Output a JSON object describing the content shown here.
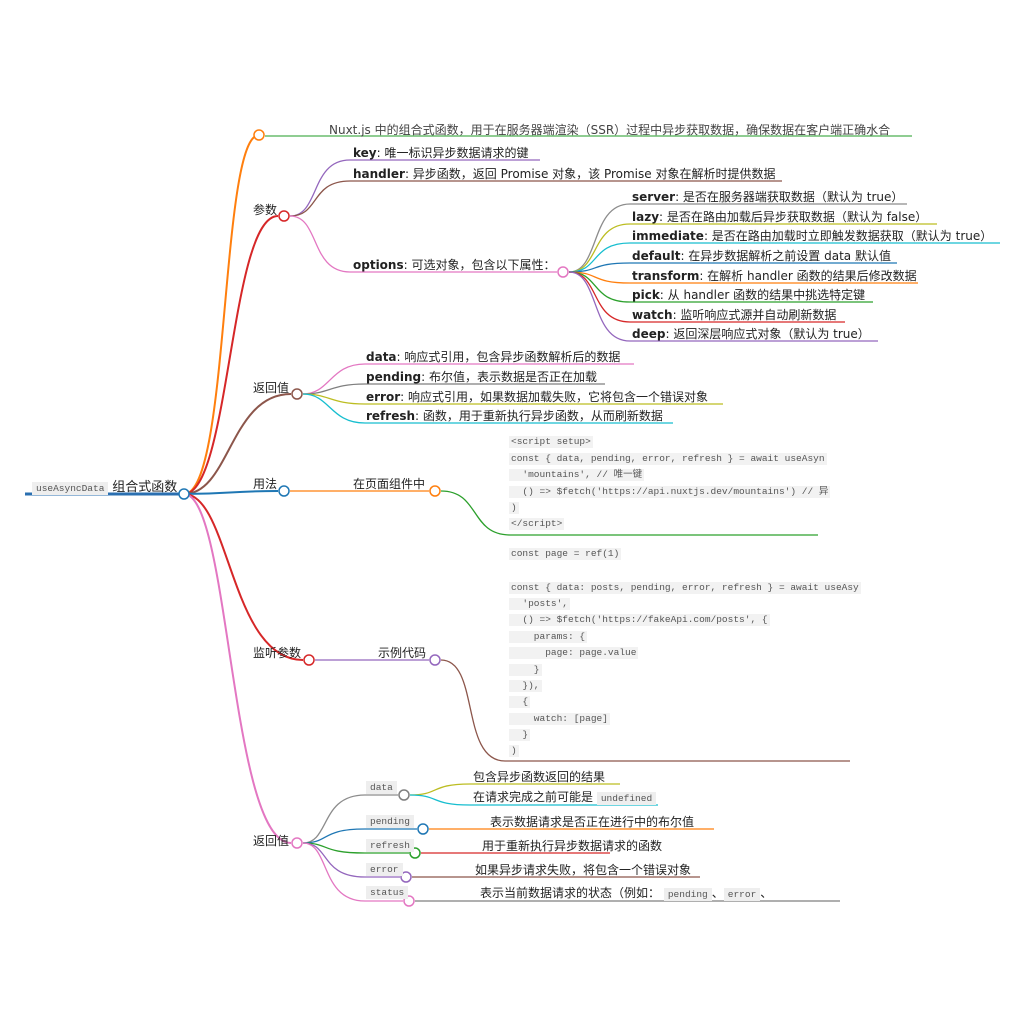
{
  "root": {
    "tag": "useAsyncData",
    "label": "组合式函数"
  },
  "description": "Nuxt.js 中的组合式函数，用于在服务器端渲染（SSR）过程中异步获取数据，确保数据在客户端正确水合",
  "params": {
    "label": "参数",
    "key": {
      "name": "key",
      "desc": ": 唯一标识异步数据请求的键"
    },
    "handler": {
      "name": "handler",
      "desc": ": 异步函数，返回 Promise 对象，该 Promise 对象在解析时提供数据"
    },
    "options": {
      "name": "options",
      "desc": ": 可选对象，包含以下属性：",
      "items": [
        {
          "name": "server",
          "desc": ": 是否在服务器端获取数据（默认为 true）"
        },
        {
          "name": "lazy",
          "desc": ": 是否在路由加载后异步获取数据（默认为 false）"
        },
        {
          "name": "immediate",
          "desc": ": 是否在路由加载时立即触发数据获取（默认为 true）"
        },
        {
          "name": "default",
          "desc": ": 在异步数据解析之前设置 data 默认值"
        },
        {
          "name": "transform",
          "desc": ": 在解析 handler 函数的结果后修改数据"
        },
        {
          "name": "pick",
          "desc": ": 从 handler 函数的结果中挑选特定键"
        },
        {
          "name": "watch",
          "desc": ": 监听响应式源并自动刷新数据"
        },
        {
          "name": "deep",
          "desc": ": 返回深层响应式对象（默认为 true）"
        }
      ]
    }
  },
  "returns": {
    "label": "返回值",
    "items": [
      {
        "name": "data",
        "desc": ": 响应式引用，包含异步函数解析后的数据"
      },
      {
        "name": "pending",
        "desc": ": 布尔值，表示数据是否正在加载"
      },
      {
        "name": "error",
        "desc": ": 响应式引用，如果数据加载失败，它将包含一个错误对象"
      },
      {
        "name": "refresh",
        "desc": ": 函数，用于重新执行异步函数，从而刷新数据"
      }
    ]
  },
  "usage": {
    "label": "用法",
    "child": "在页面组件中",
    "code": [
      "<script setup>",
      "const { data, pending, error, refresh } = await useAsyn",
      "  'mountains', // 唯一键",
      "  () => $fetch('https://api.nuxtjs.dev/mountains') // 异",
      ")",
      "</script>"
    ]
  },
  "watchParams": {
    "label": "监听参数",
    "child": "示例代码",
    "code": [
      "const page = ref(1)",
      "",
      "const { data: posts, pending, error, refresh } = await useAsy",
      "  'posts',",
      "  () => $fetch('https://fakeApi.com/posts', {",
      "    params: {",
      "      page: page.value",
      "    }",
      "  }),",
      "  {",
      "    watch: [page]",
      "  }",
      ")"
    ]
  },
  "returns2": {
    "label": "返回值",
    "data": {
      "tag": "data",
      "items": [
        "包含异步函数返回的结果",
        "在请求完成之前可能是"
      ],
      "inline_tag": "undefined"
    },
    "pending": {
      "tag": "pending",
      "desc": "表示数据请求是否正在进行中的布尔值"
    },
    "refresh": {
      "tag": "refresh",
      "desc": "用于重新执行异步数据请求的函数"
    },
    "error": {
      "tag": "error",
      "desc": "如果异步请求失败，将包含一个错误对象"
    },
    "status": {
      "tag": "status",
      "desc": "表示当前数据请求的状态（例如：",
      "tags": [
        "pending",
        "error"
      ],
      "sep": "、"
    }
  }
}
